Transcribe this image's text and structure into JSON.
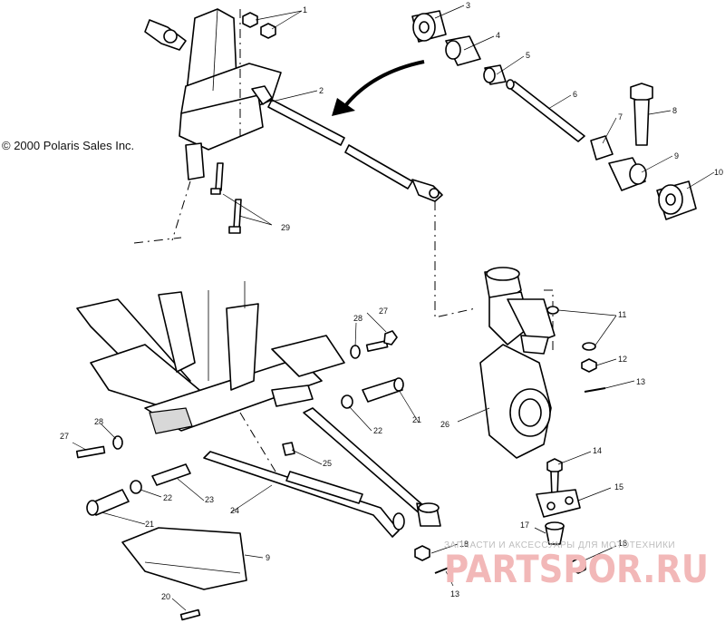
{
  "copyright": "© 2000 Polaris Sales Inc.",
  "watermark": {
    "line1": "ЗАПЧАСТИ И АКСЕССУАРЫ ДЛЯ МОТОТЕХНИКИ",
    "line2": "PARTSPOR.RU"
  },
  "callouts": [
    {
      "id": "c1",
      "label": "1"
    },
    {
      "id": "c2",
      "label": "2"
    },
    {
      "id": "c3",
      "label": "3"
    },
    {
      "id": "c4",
      "label": "4"
    },
    {
      "id": "c5",
      "label": "5"
    },
    {
      "id": "c6",
      "label": "6"
    },
    {
      "id": "c7",
      "label": "7"
    },
    {
      "id": "c8",
      "label": "8"
    },
    {
      "id": "c9",
      "label": "9"
    },
    {
      "id": "c10",
      "label": "10"
    },
    {
      "id": "c11",
      "label": "11"
    },
    {
      "id": "c12",
      "label": "12"
    },
    {
      "id": "c13a",
      "label": "13"
    },
    {
      "id": "c14",
      "label": "14"
    },
    {
      "id": "c15",
      "label": "15"
    },
    {
      "id": "c16",
      "label": "16"
    },
    {
      "id": "c17",
      "label": "17"
    },
    {
      "id": "c18",
      "label": "18"
    },
    {
      "id": "c13b",
      "label": "13"
    },
    {
      "id": "c19",
      "label": "9"
    },
    {
      "id": "c20",
      "label": "20"
    },
    {
      "id": "c21a",
      "label": "21"
    },
    {
      "id": "c21b",
      "label": "21"
    },
    {
      "id": "c22a",
      "label": "22"
    },
    {
      "id": "c22b",
      "label": "22"
    },
    {
      "id": "c23",
      "label": "23"
    },
    {
      "id": "c24",
      "label": "24"
    },
    {
      "id": "c25",
      "label": "25"
    },
    {
      "id": "c26",
      "label": "26"
    },
    {
      "id": "c27a",
      "label": "27"
    },
    {
      "id": "c27b",
      "label": "27"
    },
    {
      "id": "c28a",
      "label": "28"
    },
    {
      "id": "c28b",
      "label": "28"
    },
    {
      "id": "c29",
      "label": "29"
    }
  ]
}
